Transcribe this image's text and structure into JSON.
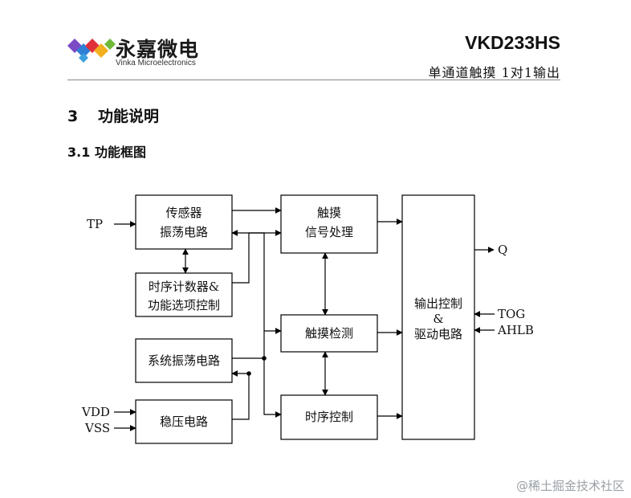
{
  "header": {
    "logo_cn": "永嘉微电",
    "logo_en": "Vinka Microelectronics",
    "model": "VKD233HS",
    "subtitle": "单通道触摸 1对1输出"
  },
  "section": {
    "number": "3",
    "title": "功能说明"
  },
  "subsection": {
    "number": "3.1",
    "title": "功能框图"
  },
  "diagram": {
    "blocks": {
      "sensor": [
        "传感器",
        "振荡电路"
      ],
      "timing": [
        "时序计数器&",
        "功能选项控制"
      ],
      "sysosc": [
        "系统振荡电路"
      ],
      "regulator": [
        "稳压电路"
      ],
      "signal": [
        "触摸",
        "信号处理"
      ],
      "detect": [
        "触摸检测"
      ],
      "timectrl": [
        "时序控制"
      ],
      "output": [
        "输出控制",
        "&",
        "驱动电路"
      ]
    },
    "pins": {
      "tp": "TP",
      "vdd": "VDD",
      "vss": "VSS",
      "q": "Q",
      "tog": "TOG",
      "ahlb": "AHLB"
    }
  },
  "watermark": "@稀土掘金技术社区"
}
